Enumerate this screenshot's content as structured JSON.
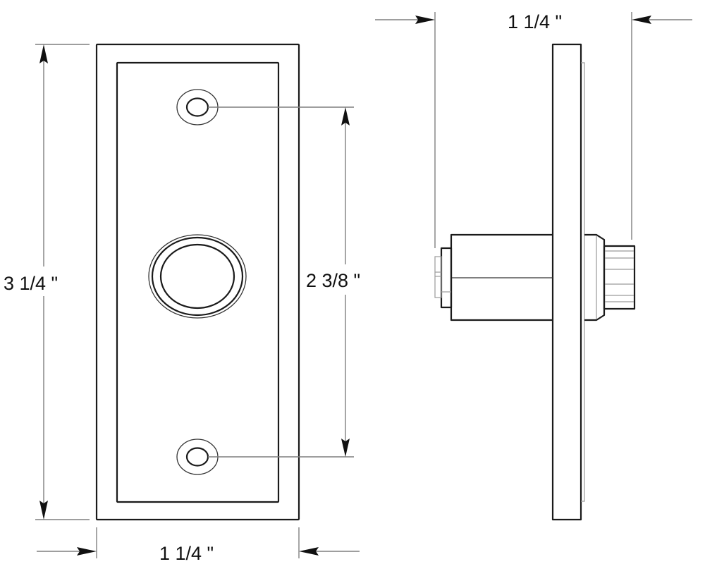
{
  "drawing": {
    "type": "dimensioned-technical-drawing",
    "subject": "rectangular doorbell push button plate",
    "views": [
      {
        "name": "front-view",
        "label": ""
      },
      {
        "name": "side-view",
        "label": ""
      }
    ],
    "colors": {
      "line": "#1a1a1a",
      "dimension_line": "#7f7f7f",
      "background": "#ffffff"
    }
  },
  "dimensions": {
    "overall_height": {
      "label": "3 1/4 \"",
      "value_in": 3.25
    },
    "hole_spacing": {
      "label": "2 3/8 \"",
      "value_in": 2.375
    },
    "plate_width": {
      "label": "1 1/4 \"",
      "value_in": 1.25
    },
    "overall_depth": {
      "label": "1 1/4 \"",
      "value_in": 1.25
    }
  }
}
